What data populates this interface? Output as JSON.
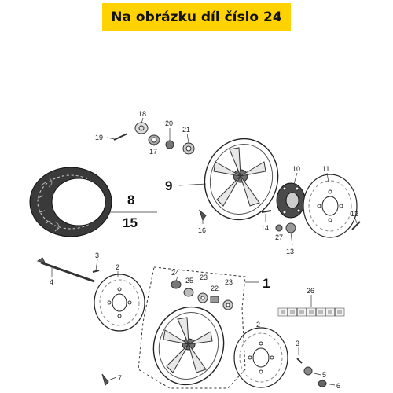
{
  "banner": {
    "text": "Na obrázku díl číslo 24",
    "color": "#ffd200"
  },
  "callouts": [
    {
      "id": "c18",
      "text": "18"
    },
    {
      "id": "c19",
      "text": "19"
    },
    {
      "id": "c17",
      "text": "17"
    },
    {
      "id": "c20",
      "text": "20"
    },
    {
      "id": "c21",
      "text": "21"
    },
    {
      "id": "c9",
      "text": "9"
    },
    {
      "id": "c8",
      "text": "8"
    },
    {
      "id": "c15",
      "text": "15"
    },
    {
      "id": "c10",
      "text": "10"
    },
    {
      "id": "c11",
      "text": "11"
    },
    {
      "id": "c16",
      "text": "16"
    },
    {
      "id": "c14",
      "text": "14"
    },
    {
      "id": "c27",
      "text": "27"
    },
    {
      "id": "c13",
      "text": "13"
    },
    {
      "id": "c12",
      "text": "12"
    },
    {
      "id": "c3a",
      "text": "3"
    },
    {
      "id": "c4",
      "text": "4"
    },
    {
      "id": "c2a",
      "text": "2"
    },
    {
      "id": "c24",
      "text": "24"
    },
    {
      "id": "c25",
      "text": "25"
    },
    {
      "id": "c23a",
      "text": "23"
    },
    {
      "id": "c23b",
      "text": "23"
    },
    {
      "id": "c22",
      "text": "22"
    },
    {
      "id": "c1",
      "text": "1"
    },
    {
      "id": "c26",
      "text": "26"
    },
    {
      "id": "c2b",
      "text": "2"
    },
    {
      "id": "c3b",
      "text": "3"
    },
    {
      "id": "c5",
      "text": "5"
    },
    {
      "id": "c6",
      "text": "6"
    },
    {
      "id": "c7",
      "text": "7"
    }
  ]
}
